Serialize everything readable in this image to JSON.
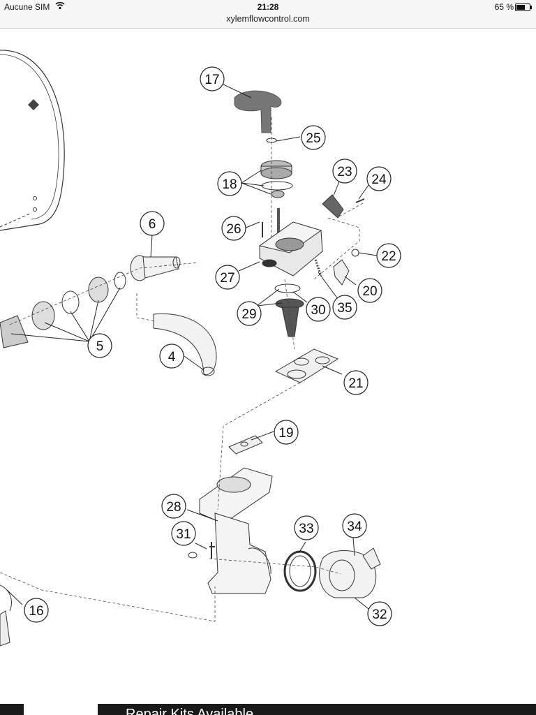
{
  "status": {
    "carrier": "Aucune SIM",
    "time": "21:28",
    "battery": "65 %",
    "battery_level": 0.65
  },
  "browser": {
    "url": "xylemflowcontrol.com"
  },
  "diagram": {
    "callouts": [
      "17",
      "25",
      "18",
      "23",
      "24",
      "26",
      "22",
      "27",
      "20",
      "35",
      "30",
      "29",
      "6",
      "5",
      "4",
      "21",
      "19",
      "28",
      "33",
      "34",
      "31",
      "16",
      "32"
    ]
  },
  "banner": {
    "title": "Repair Kits Available"
  },
  "icons": {
    "wifi": "wifi-icon",
    "battery": "battery-icon"
  }
}
